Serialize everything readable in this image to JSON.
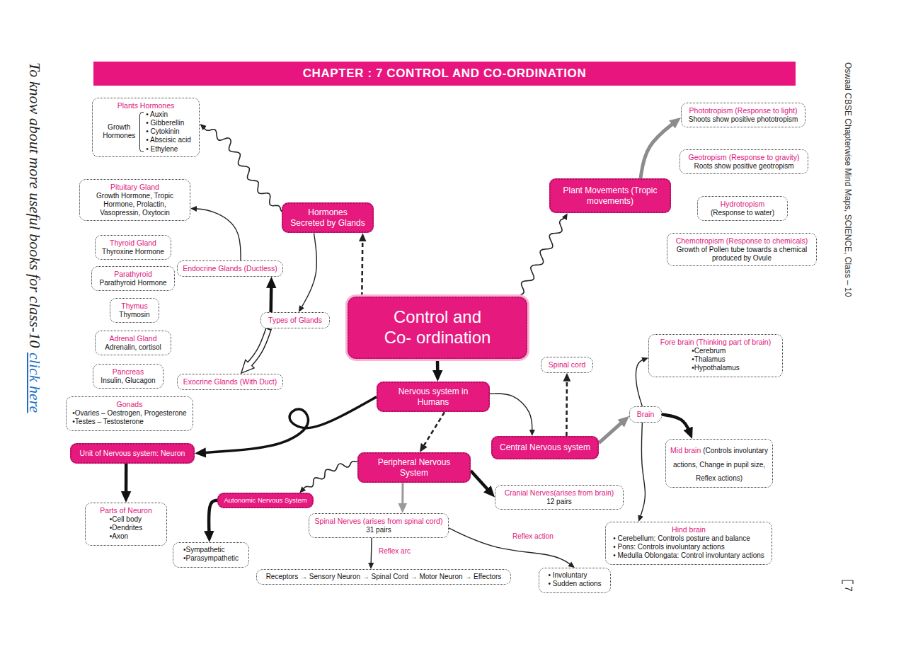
{
  "diagram": {
    "title": "CHAPTER : 7 CONTROL AND CO-ORDINATION",
    "nodes": [
      {
        "text": [
          "Plants Hormones",
          "Growth Hormones",
          "• Auxin",
          "• Gibberellin",
          "• Cytokinin",
          "• Abscisic acid",
          "• Ethylene"
        ]
      },
      {
        "text": [
          "Pituitary Gland",
          "Growth Hormone, Tropic Hormone, Prolactin, Vasopressin, Oxytocin"
        ]
      },
      {
        "text": [
          "Thyroid Gland",
          "Thyroxine Hormone"
        ]
      },
      {
        "text": [
          "Parathyroid",
          "Parathyroid Hormone"
        ]
      },
      {
        "text": [
          "Thymus",
          "Thymosin"
        ]
      },
      {
        "text": [
          "Adrenal Gland",
          "Adrenalin, cortisol"
        ]
      },
      {
        "text": [
          "Pancreas",
          "Insulin, Glucagon"
        ]
      },
      {
        "text": [
          "Gonads",
          "•Ovaries – Oestrogen, Progesterone",
          "•Testes – Testosterone"
        ]
      },
      {
        "text": [
          "Hormones Secreted by Glands"
        ]
      },
      {
        "text": [
          "Endocrine Glands (Ductless)"
        ]
      },
      {
        "text": [
          "Types of Glands"
        ]
      },
      {
        "text": [
          "Exocrine Glands (With Duct)"
        ]
      },
      {
        "text": [
          "Control and Co- ordination"
        ]
      },
      {
        "text": [
          "Plant Movements (Tropic movements)"
        ]
      },
      {
        "text": [
          "Phototropism (Response to light)",
          "Shoots show positive phototropism"
        ]
      },
      {
        "text": [
          "Geotropism (Response to gravity)",
          "Roots show positive geotropism"
        ]
      },
      {
        "text": [
          "Hydrotropism",
          "(Response to water)"
        ]
      },
      {
        "text": [
          "Chemotropism (Response to chemicals)",
          "Growth of Pollen tube towards a chemical produced by Ovule"
        ]
      },
      {
        "text": [
          "Nervous system in Humans"
        ]
      },
      {
        "text": [
          "Spinal cord"
        ]
      },
      {
        "text": [
          "Fore brain (Thinking part of brain)",
          "•Cerebrum",
          "•Thalamus",
          "•Hypothalamus"
        ]
      },
      {
        "text": [
          "Brain"
        ]
      },
      {
        "text": [
          "Central Nervous system"
        ]
      },
      {
        "text": [
          "Mid brain",
          "(Controls involuntary actions, Change in pupil size, Reflex actions)"
        ]
      },
      {
        "text": [
          "Unit of Nervous system: Neuron"
        ]
      },
      {
        "text": [
          "Peripheral Nervous System"
        ]
      },
      {
        "text": [
          "Autonomic Nervous System"
        ]
      },
      {
        "text": [
          "Cranial Nerves(arises from brain)",
          "12 pairs"
        ]
      },
      {
        "text": [
          "Parts of Neuron",
          "•Cell body",
          "•Dendrites",
          "•Axon"
        ]
      },
      {
        "text": [
          "Spinal Nerves (arises from spinal cord)",
          "31 pairs"
        ]
      },
      {
        "text": [
          "Hind brain",
          "• Cerebellum: Controls posture and balance",
          "• Pons: Controls involuntary actions",
          "• Medulla Oblongata: Control involuntary actions"
        ]
      },
      {
        "text": [
          "•Sympathetic",
          "•Parasympathetic"
        ]
      },
      {
        "text": [
          "Receptors → Sensory Neuron → Spinal Cord → Motor Neuron → Effectors"
        ]
      },
      {
        "text": [
          "• Involuntary",
          "• Sudden actions"
        ]
      }
    ],
    "edges": [
      {
        "from": 8,
        "to": 0,
        "arrow": "to"
      },
      {
        "from": 12,
        "to": 8,
        "arrow": "to"
      },
      {
        "from": 8,
        "to": 10,
        "arrow": "to"
      },
      {
        "from": 10,
        "to": 9,
        "arrow": "to"
      },
      {
        "from": 10,
        "to": 11,
        "arrow": "to"
      },
      {
        "from": 9,
        "to": 1,
        "arrow": "to"
      },
      {
        "from": 12,
        "to": 13,
        "arrow": "to"
      },
      {
        "from": 13,
        "to": 14,
        "arrow": "to"
      },
      {
        "from": 12,
        "to": 18,
        "arrow": "to"
      },
      {
        "from": 18,
        "to": 24,
        "arrow": "to"
      },
      {
        "from": 18,
        "to": 25,
        "arrow": "to"
      },
      {
        "from": 18,
        "to": 22,
        "arrow": "to"
      },
      {
        "from": 22,
        "to": 19,
        "arrow": "to"
      },
      {
        "from": 22,
        "to": 21,
        "arrow": "to"
      },
      {
        "from": 21,
        "to": 20,
        "arrow": "to"
      },
      {
        "from": 21,
        "to": 23,
        "arrow": "to"
      },
      {
        "from": 21,
        "to": 30,
        "arrow": "to"
      },
      {
        "from": 24,
        "to": 28,
        "arrow": "to"
      },
      {
        "from": 25,
        "to": 26,
        "arrow": "to"
      },
      {
        "from": 25,
        "to": 27,
        "arrow": "to"
      },
      {
        "from": 25,
        "to": 29,
        "arrow": "to"
      },
      {
        "from": 26,
        "to": 31,
        "arrow": "to"
      },
      {
        "from": 29,
        "to": 32,
        "label": "Reflex arc",
        "arrow": "to"
      },
      {
        "from": 29,
        "to": 33,
        "label": "Reflex action",
        "arrow": "to"
      }
    ],
    "labels": [
      "To know about more useful books for class-10",
      "click here",
      "Oswaal CBSE Chapterwise Mind Maps, SCIENCE, Class – 10",
      "7"
    ]
  }
}
